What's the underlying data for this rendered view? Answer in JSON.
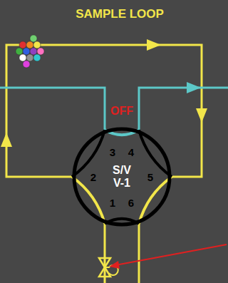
{
  "diagram": {
    "title": "SAMPLE LOOP",
    "nodes": [
      {
        "text": [
          "S/V V-1"
        ]
      }
    ],
    "labels": [
      "OFF",
      "3",
      "4",
      "2",
      "5",
      "1",
      "6"
    ]
  }
}
